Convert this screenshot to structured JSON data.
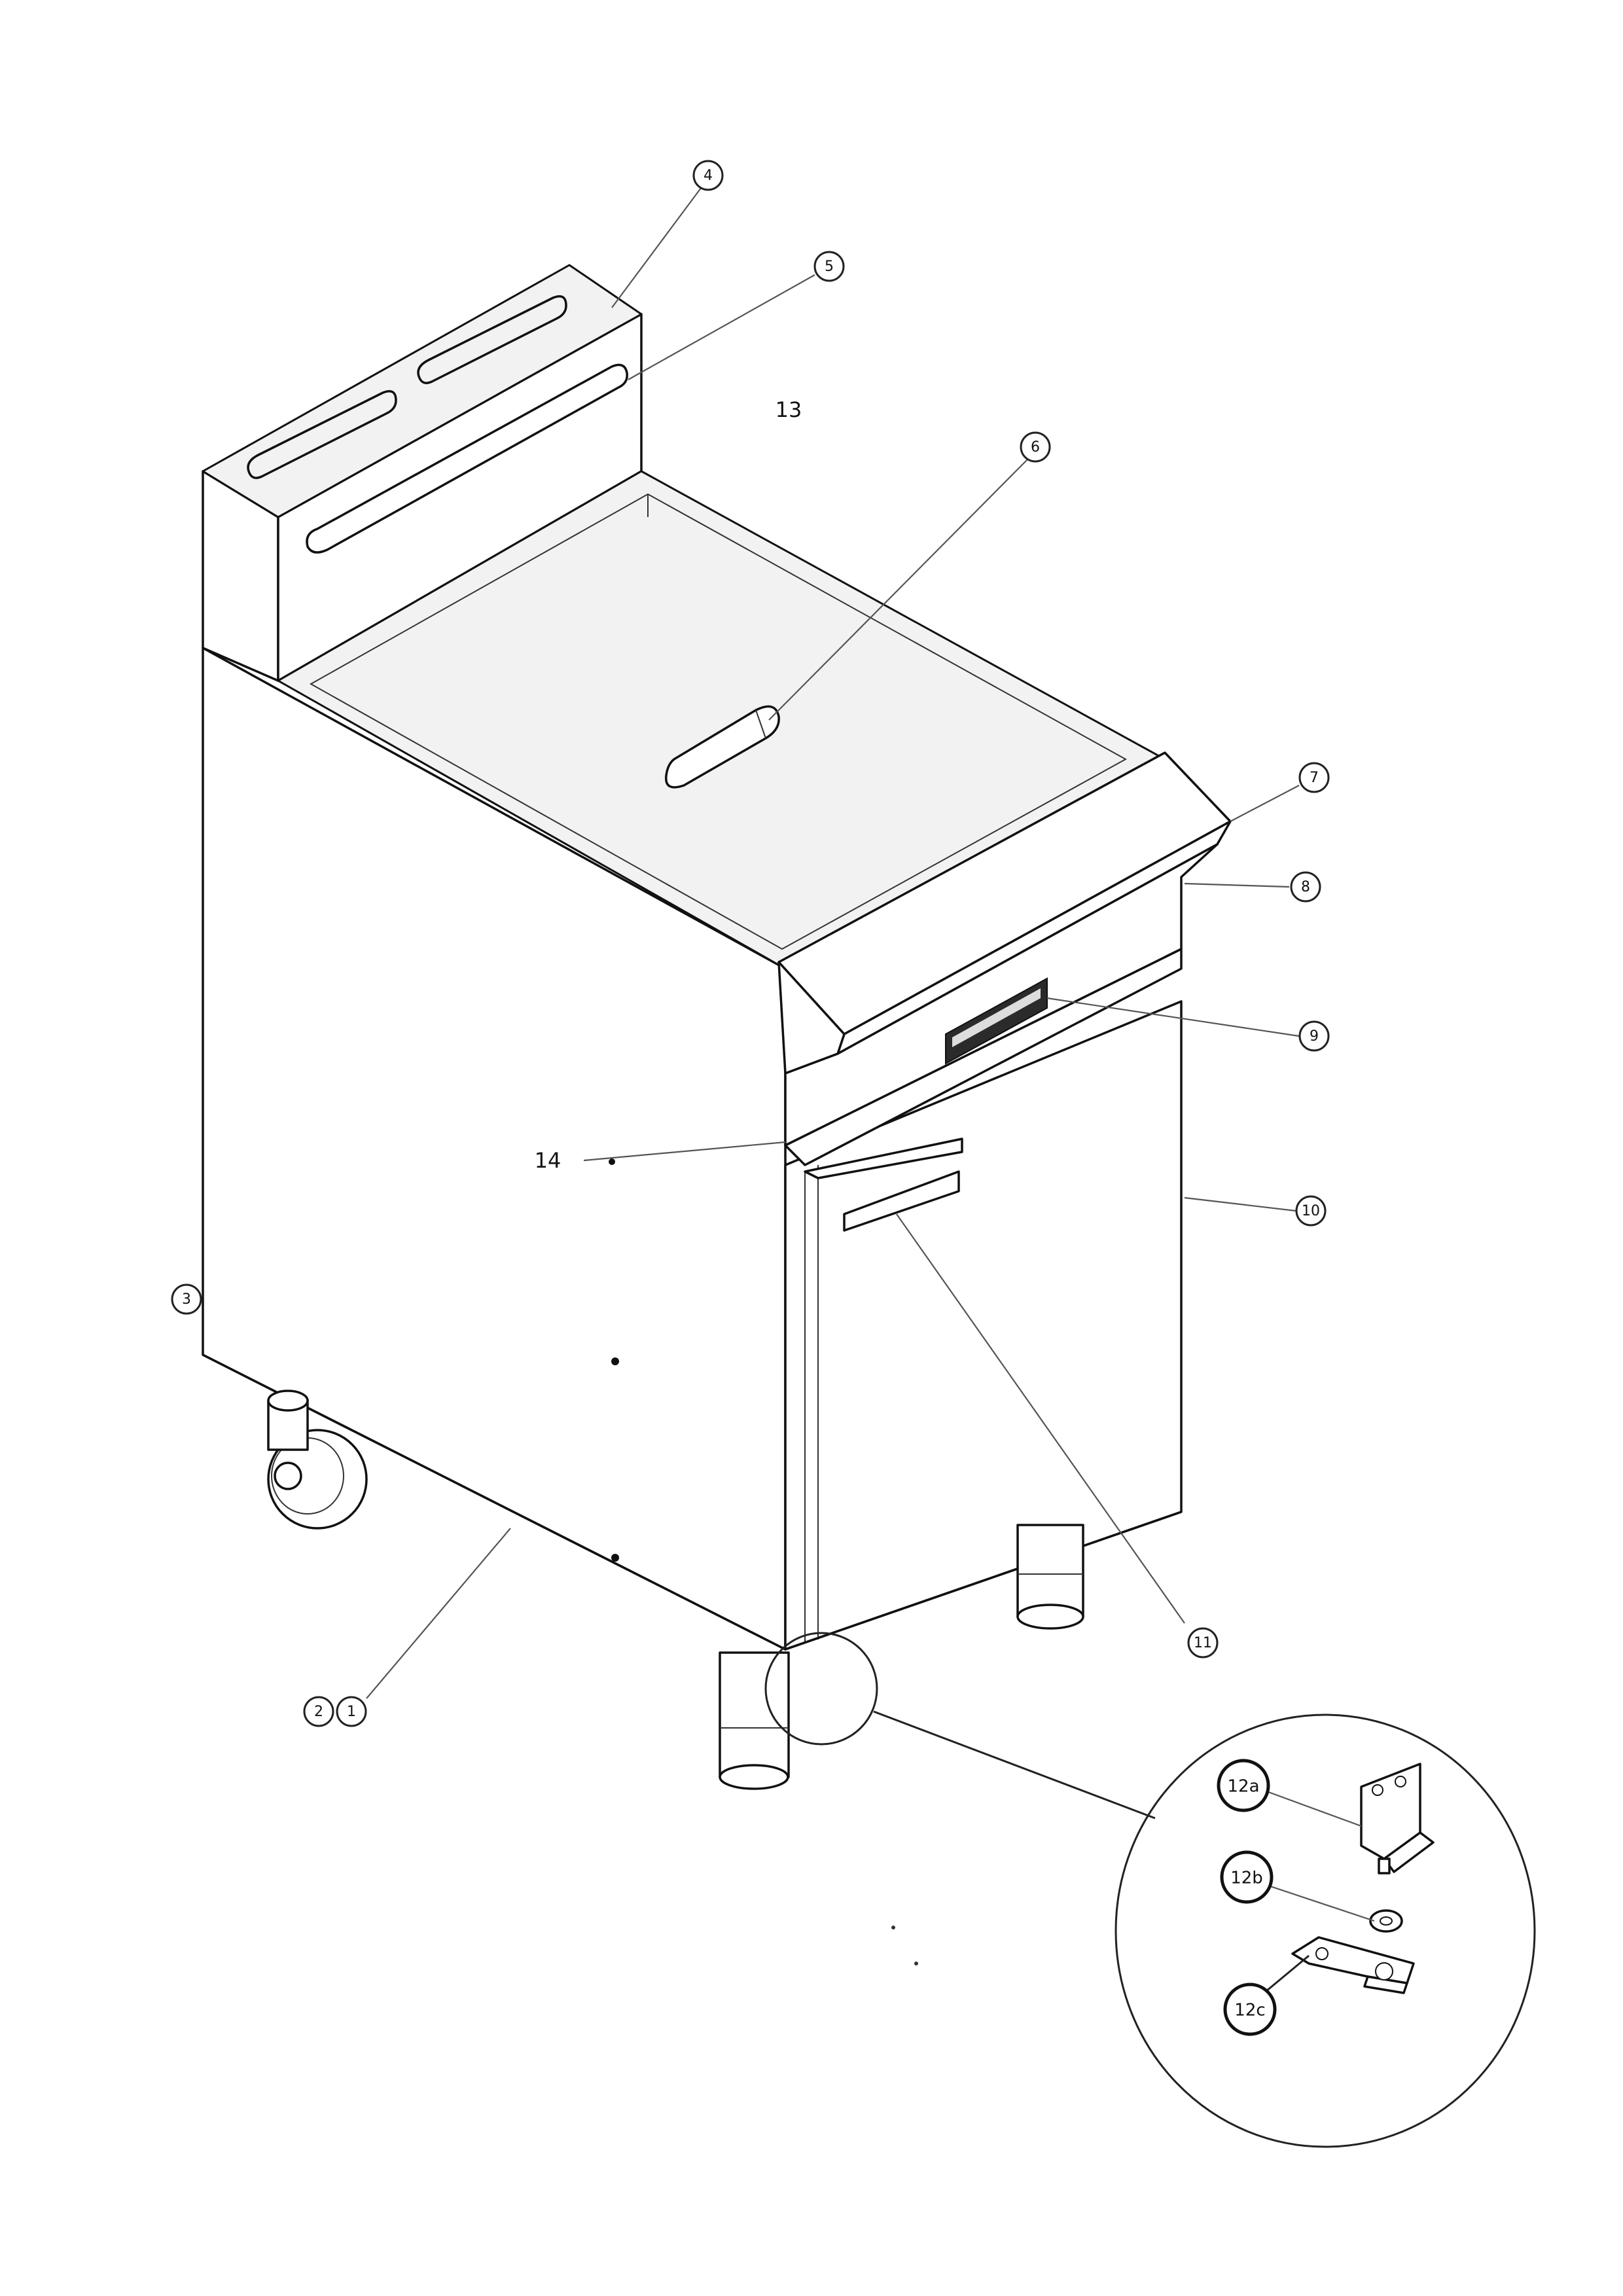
{
  "callouts": [
    {
      "label": "4"
    },
    {
      "label": "5"
    },
    {
      "label": "6"
    },
    {
      "label": "7"
    },
    {
      "label": "8"
    },
    {
      "label": "9"
    },
    {
      "label": "10"
    },
    {
      "label": "11"
    },
    {
      "label": "3"
    },
    {
      "label": "2"
    },
    {
      "label": "1"
    }
  ],
  "plain_labels": [
    {
      "label": "13"
    },
    {
      "label": "14"
    }
  ],
  "detail_callouts": [
    {
      "label": "12a"
    },
    {
      "label": "12b"
    },
    {
      "label": "12c"
    }
  ]
}
